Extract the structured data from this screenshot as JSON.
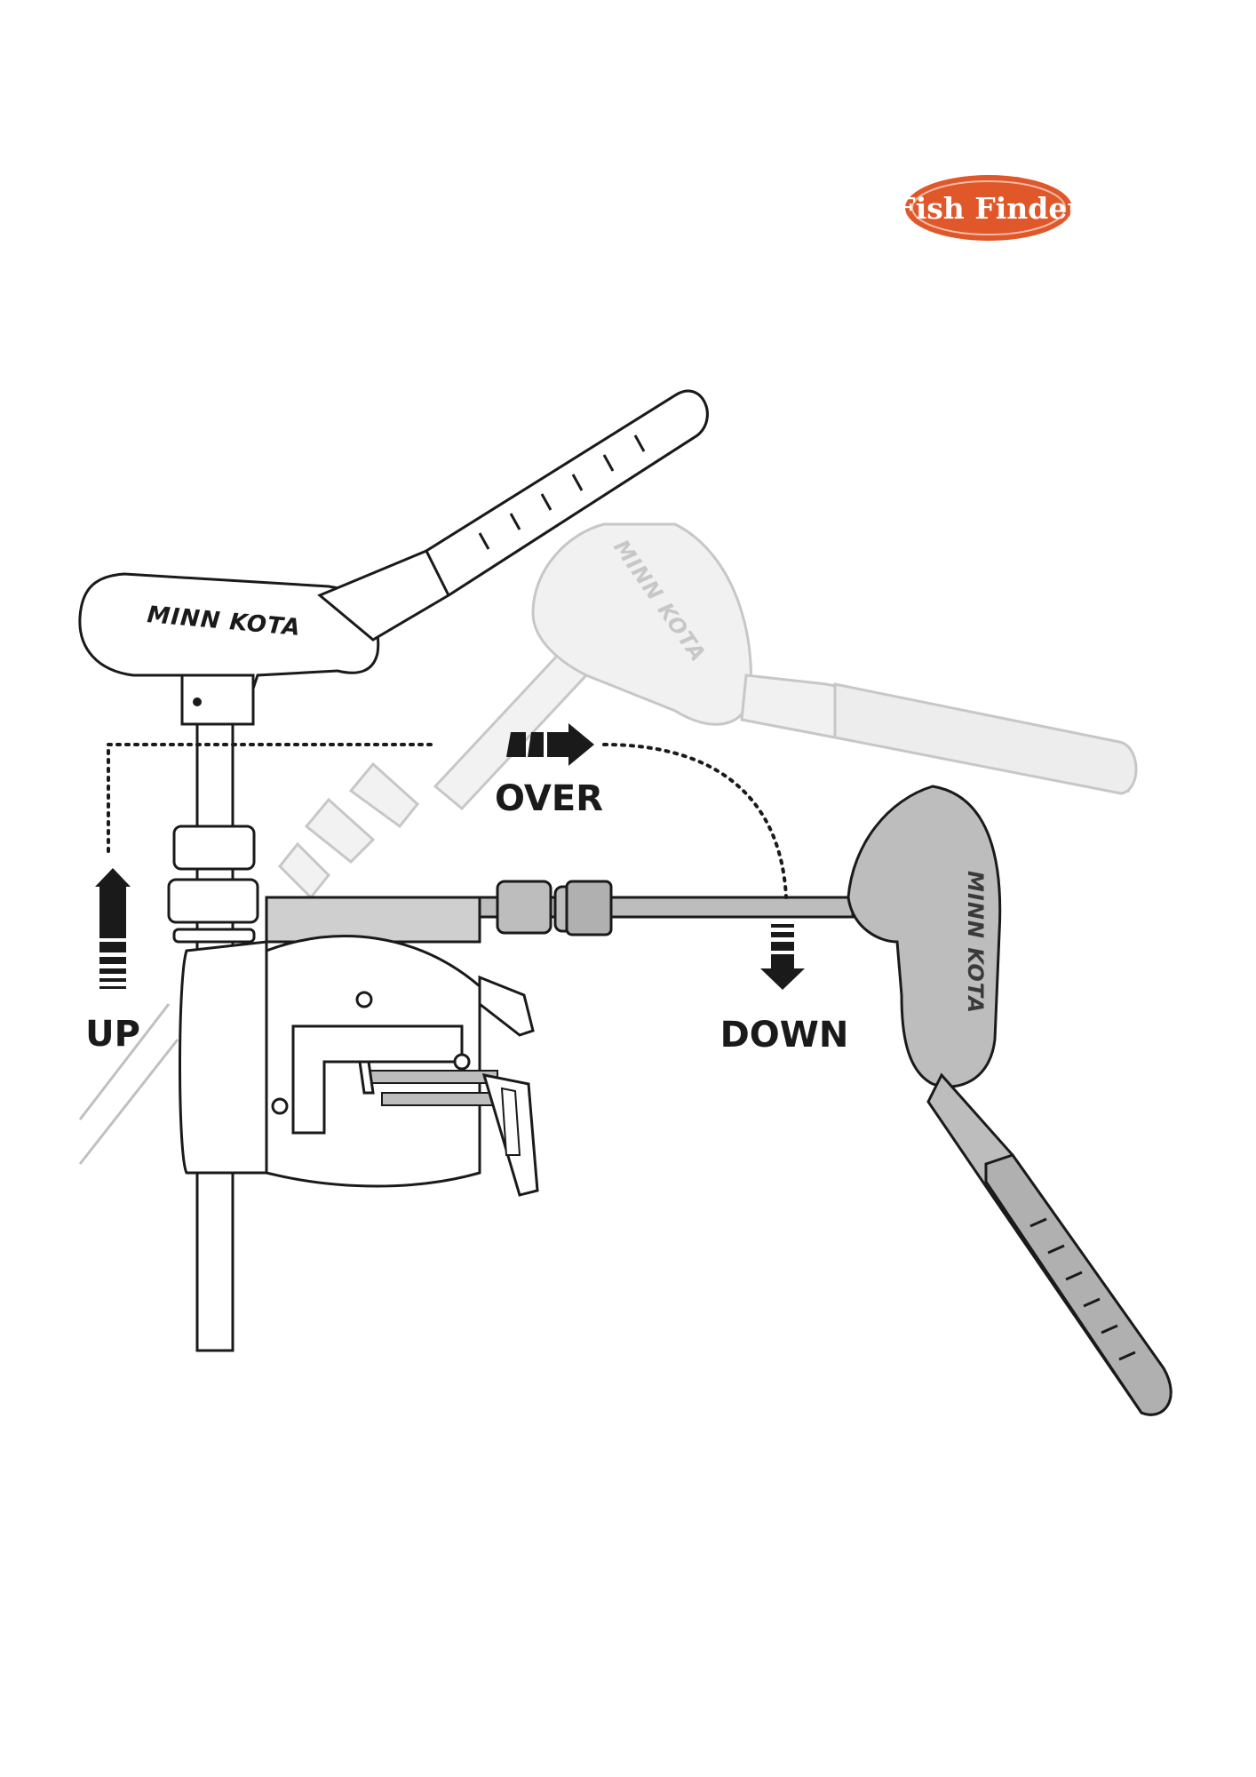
{
  "logo": {
    "text": "Fish Finder",
    "bg_color": "#e0582a",
    "text_color": "#ffffff"
  },
  "labels": {
    "up": "UP",
    "over": "OVER",
    "down": "DOWN"
  },
  "brand": {
    "motor_up": "MINN KOTA",
    "motor_over": "MINN KOTA",
    "motor_down": "MINN KOTA"
  },
  "colors": {
    "line": "#1a1a1a",
    "ghost": "#c9c9c9",
    "ghost_dark": "#a9a9a9",
    "down_fill": "#bdbdbd"
  },
  "icons": [
    "arrow-up-icon",
    "arrow-right-icon",
    "arrow-down-icon",
    "minn-kota-logo-icon"
  ]
}
